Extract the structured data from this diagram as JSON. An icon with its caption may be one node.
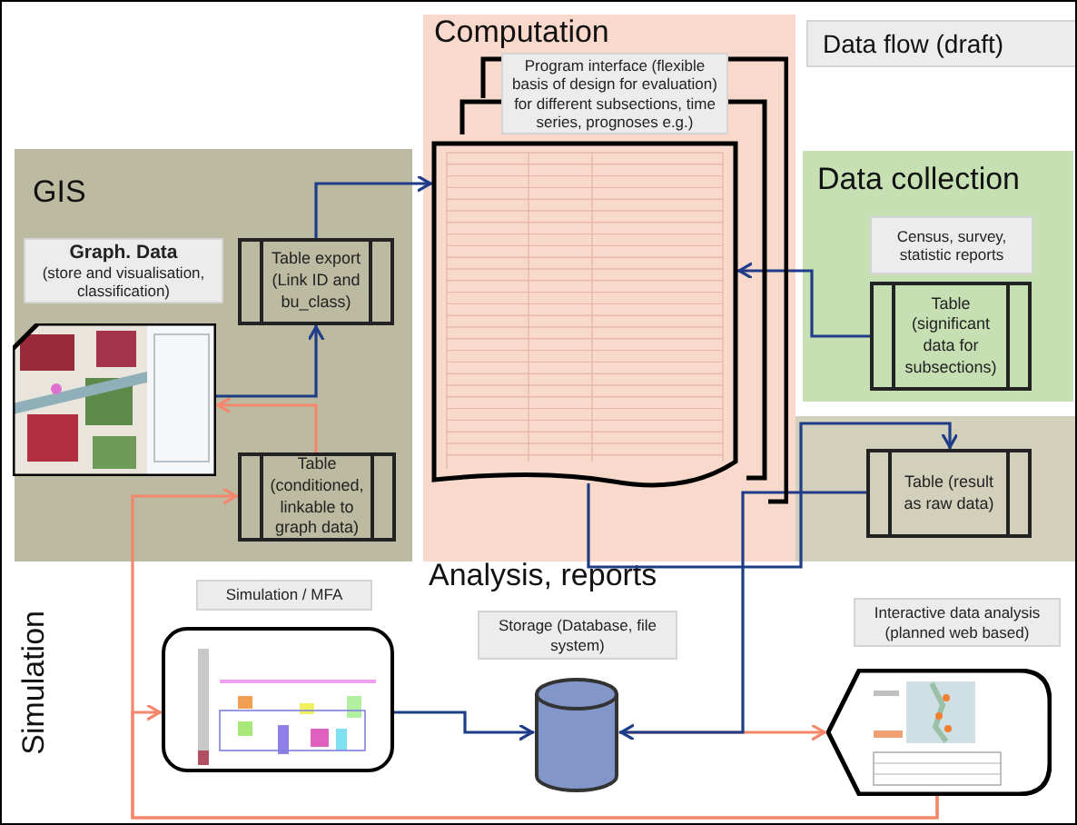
{
  "diagram": {
    "title": "Data flow (draft)",
    "nodes": [
      {
        "text": [
          "GIS"
        ]
      },
      {
        "text": [
          "Graph. Data",
          "(store and visualisation, classification)"
        ],
        "in": 0
      },
      {
        "text": [],
        "shape": "picture",
        "in": 0
      },
      {
        "text": [
          "Table export (Link ID and bu_class)"
        ],
        "in": 0
      },
      {
        "text": [
          "Table (conditioned, linkable to graph data)"
        ],
        "in": 0
      },
      {
        "text": [
          "Computation"
        ]
      },
      {
        "text": [
          "Program interface (flexible basis of design for evaluation) for different subsections, time series, prognoses e.g.)"
        ],
        "in": 5
      },
      {
        "text": [],
        "shape": "document",
        "in": 5
      },
      {
        "text": [
          "Data collection"
        ]
      },
      {
        "text": [
          "Census, survey, statistic reports"
        ],
        "in": 8
      },
      {
        "text": [
          "Table (significant data for subsections)"
        ],
        "in": 8
      },
      {
        "text": [],
        "shape": "box"
      },
      {
        "text": [
          "Table (result as raw data)"
        ],
        "in": 11
      },
      {
        "text": [
          "Simulation / MFA"
        ]
      },
      {
        "text": [],
        "shape": "picture"
      },
      {
        "text": [
          "Storage (Database, file system)"
        ]
      },
      {
        "text": [],
        "shape": "cylinder"
      },
      {
        "text": [
          "Interactive data analysis (planned web based)"
        ]
      },
      {
        "text": [],
        "shape": "picture"
      }
    ],
    "edges": [
      {
        "from": 2,
        "to": 3,
        "arrow": "to"
      },
      {
        "from": 3,
        "to": 7,
        "arrow": "to"
      },
      {
        "from": 4,
        "to": 2,
        "arrow": "to",
        "color": "#f4876b"
      },
      {
        "from": 10,
        "to": 7,
        "arrow": "to"
      },
      {
        "from": 7,
        "to": 12,
        "arrow": "to"
      },
      {
        "from": 12,
        "to": 16,
        "arrow": "to"
      },
      {
        "from": 14,
        "to": 16,
        "arrow": "to"
      },
      {
        "from": 16,
        "to": 18,
        "arrow": "to",
        "color": "#f4876b"
      },
      {
        "from": 18,
        "to": 4,
        "arrow": "to",
        "color": "#f4876b"
      },
      {
        "from": 18,
        "to": 14,
        "arrow": "to",
        "color": "#f4876b"
      }
    ],
    "labels": [
      "Analysis, reports",
      "Simulation"
    ]
  }
}
